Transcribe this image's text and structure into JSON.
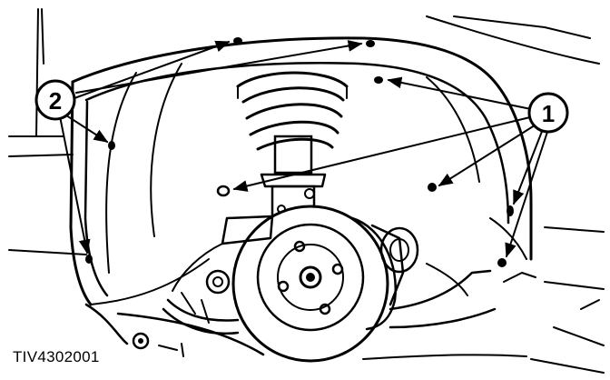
{
  "callouts": {
    "one": "1",
    "two": "2"
  },
  "figure_code": "TIV4302001",
  "colors": {
    "ink": "#000000",
    "paper": "#ffffff"
  }
}
